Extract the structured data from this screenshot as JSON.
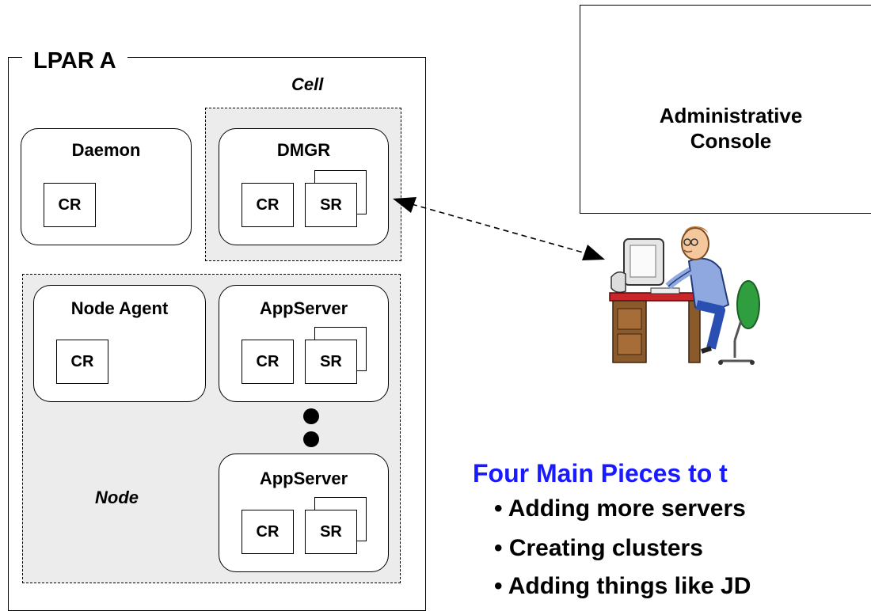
{
  "lpar": {
    "label": "LPAR A"
  },
  "cell": {
    "label": "Cell",
    "dmgr": {
      "title": "DMGR",
      "cr": "CR",
      "sr": "SR"
    }
  },
  "daemon": {
    "title": "Daemon",
    "cr": "CR"
  },
  "node": {
    "label": "Node",
    "node_agent": {
      "title": "Node Agent",
      "cr": "CR"
    },
    "appservers": [
      {
        "title": "AppServer",
        "cr": "CR",
        "sr": "SR"
      },
      {
        "title": "AppServer",
        "cr": "CR",
        "sr": "SR"
      }
    ]
  },
  "console": {
    "line1": "Administrative",
    "line2": "Console"
  },
  "headline": "Four Main Pieces to t",
  "bullets": [
    "• Adding more servers",
    "• Creating clusters",
    "• Adding things like JD"
  ],
  "colors": {
    "headline": "#1a1aff",
    "region_fill": "#ececec"
  }
}
